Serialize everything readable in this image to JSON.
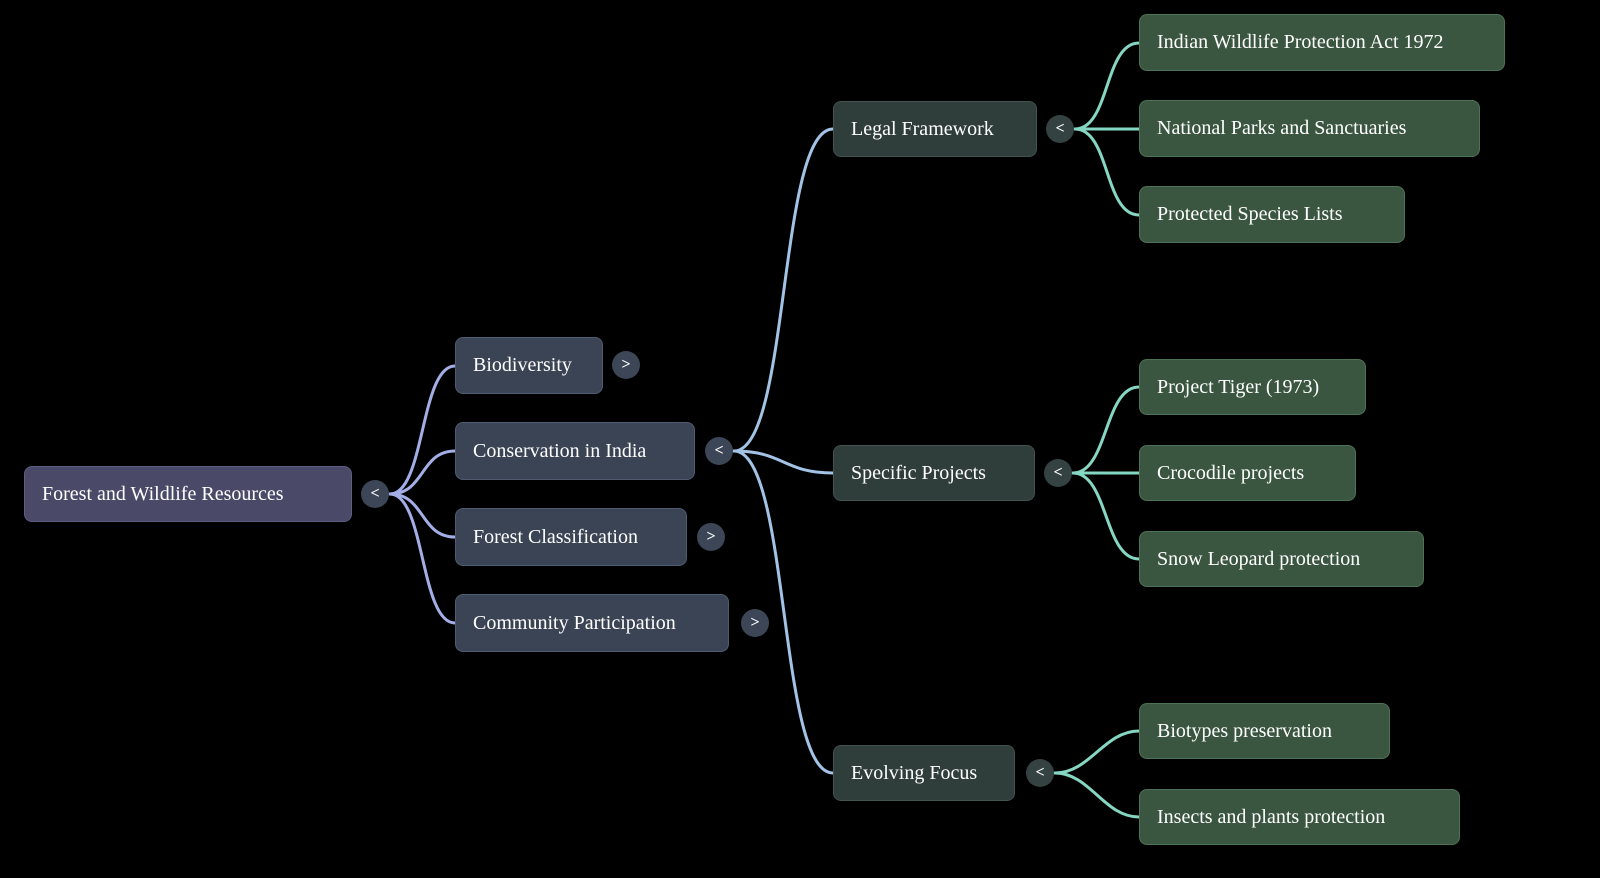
{
  "colors": {
    "background": "#000000",
    "edge_root": "#a3aee6",
    "edge_mid": "#a3c3e6",
    "edge_leaf": "#85d6c2",
    "root_fill": "#4a4a68",
    "branch_fill": "#3b4454",
    "sub_fill": "#2f3d3b",
    "leaf_fill": "#3a5640",
    "text": "#ffffff"
  },
  "tree": {
    "label": "Forest and Wildlife Resources",
    "toggle": "<",
    "children": [
      {
        "label": "Biodiversity",
        "toggle": ">"
      },
      {
        "label": "Conservation in India",
        "toggle": "<",
        "children": [
          {
            "label": "Legal Framework",
            "toggle": "<",
            "children": [
              {
                "label": "Indian Wildlife Protection Act 1972"
              },
              {
                "label": "National Parks and Sanctuaries"
              },
              {
                "label": "Protected Species Lists"
              }
            ]
          },
          {
            "label": "Specific Projects",
            "toggle": "<",
            "children": [
              {
                "label": "Project Tiger (1973)"
              },
              {
                "label": "Crocodile projects"
              },
              {
                "label": "Snow Leopard protection"
              }
            ]
          },
          {
            "label": "Evolving Focus",
            "toggle": "<",
            "children": [
              {
                "label": "Biotypes preservation"
              },
              {
                "label": "Insects and plants protection"
              }
            ]
          }
        ]
      },
      {
        "label": "Forest Classification",
        "toggle": ">"
      },
      {
        "label": "Community Participation",
        "toggle": ">"
      }
    ]
  }
}
